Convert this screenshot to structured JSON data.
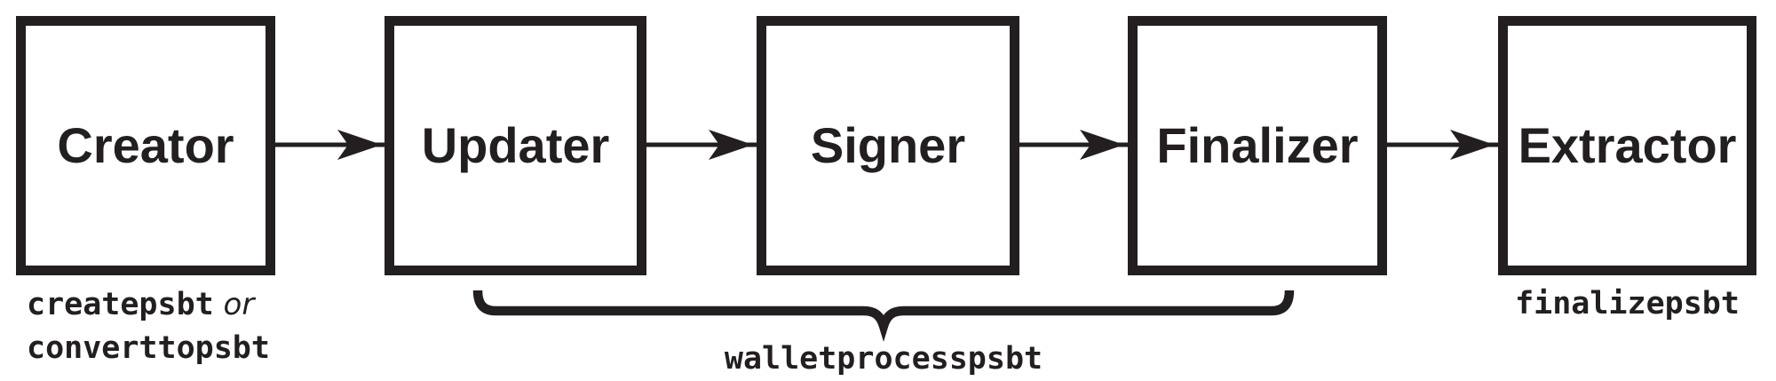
{
  "diagram": {
    "colors": {
      "ink": "#231f20",
      "background": "#ffffff"
    },
    "boxes": [
      {
        "label": "Creator"
      },
      {
        "label": "Updater"
      },
      {
        "label": "Signer"
      },
      {
        "label": "Finalizer"
      },
      {
        "label": "Extractor"
      }
    ],
    "creator_sublabel": {
      "command_1": "createpsbt",
      "conjunction": "or",
      "command_2": "converttopsbt"
    },
    "brace_label": "walletprocesspsbt",
    "extractor_sublabel": "finalizepsbt"
  }
}
